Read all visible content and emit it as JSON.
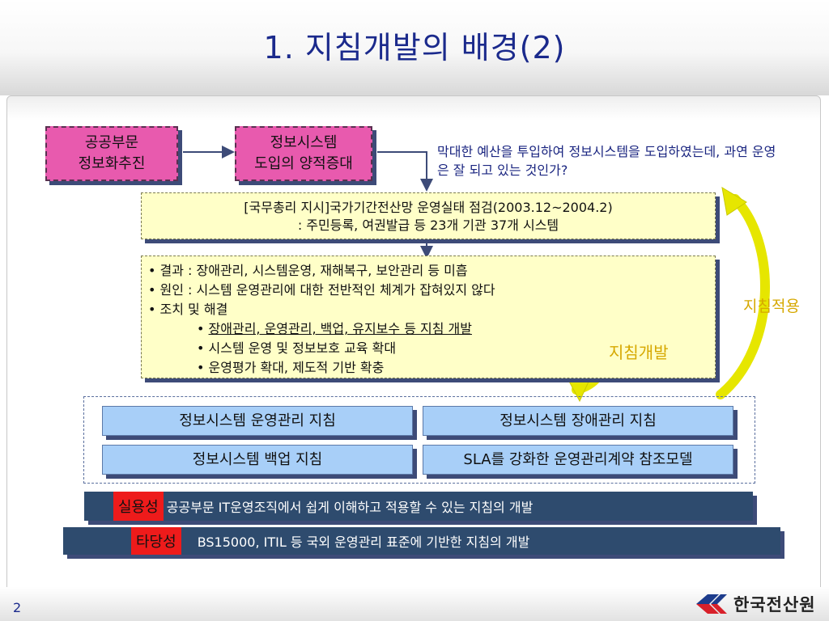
{
  "slide": {
    "title": "1. 지침개발의 배경(2)",
    "page_number": "2"
  },
  "logo": {
    "text": "한국전산원"
  },
  "flow": {
    "public_sector": [
      "공공부문",
      "정보화추진"
    ],
    "system_intro": [
      "정보시스템",
      "도입의 양적증대"
    ],
    "question": "막대한 예산을 투입하여 정보시스템을 도입하였는데, 과연 운영은 잘 되고 있는 것인가?"
  },
  "directive": {
    "line1": "[국무총리 지시]국가기간전산망 운영실태 점검(2003.12~2004.2)",
    "line2": ": 주민등록, 여권발급 등 23개 기관 37개 시스템"
  },
  "findings": {
    "result": "• 결과 : 장애관리, 시스템운영, 재해복구, 보안관리 등 미흡",
    "cause": "• 원인 : 시스템 운영관리에 대한 전반적인 체계가 잡혀있지 않다",
    "action": "• 조치 및 해결",
    "sub_items": [
      {
        "bullet": "• ",
        "text": "장애관리, 운영관리, 백업, 유지보수 등 지침 개발"
      },
      {
        "bullet": "• ",
        "text": "시스템 운영 및 정보보호 교육 확대"
      },
      {
        "bullet": "• ",
        "text": "운영평가 확대, 제도적 기반 확충"
      }
    ]
  },
  "arrow_labels": {
    "develop": "지침개발",
    "apply": "지침적용"
  },
  "guides": [
    "정보시스템 운영관리 지침",
    "정보시스템 장애관리 지침",
    "정보시스템 백업 지침",
    "SLA를 강화한 운영관리계약 참조모델"
  ],
  "criteria": [
    {
      "tag": "실용성",
      "text": "공공부문 IT운영조직에서 쉽게 이해하고 적용할 수 있는 지침의 개발"
    },
    {
      "tag": "타당성",
      "text": "BS15000, ITIL 등 국외 운영관리 표준에 기반한 지침의 개발"
    }
  ],
  "colors": {
    "title": "#1b2a8c",
    "pink_box": "#e85aae",
    "yellow_box": "#ffffc8",
    "blue_box": "#a8cff8",
    "bar": "#2e4b6e",
    "tag_red": "#ee1b1b",
    "arrow_yellow": "#e6e600"
  }
}
